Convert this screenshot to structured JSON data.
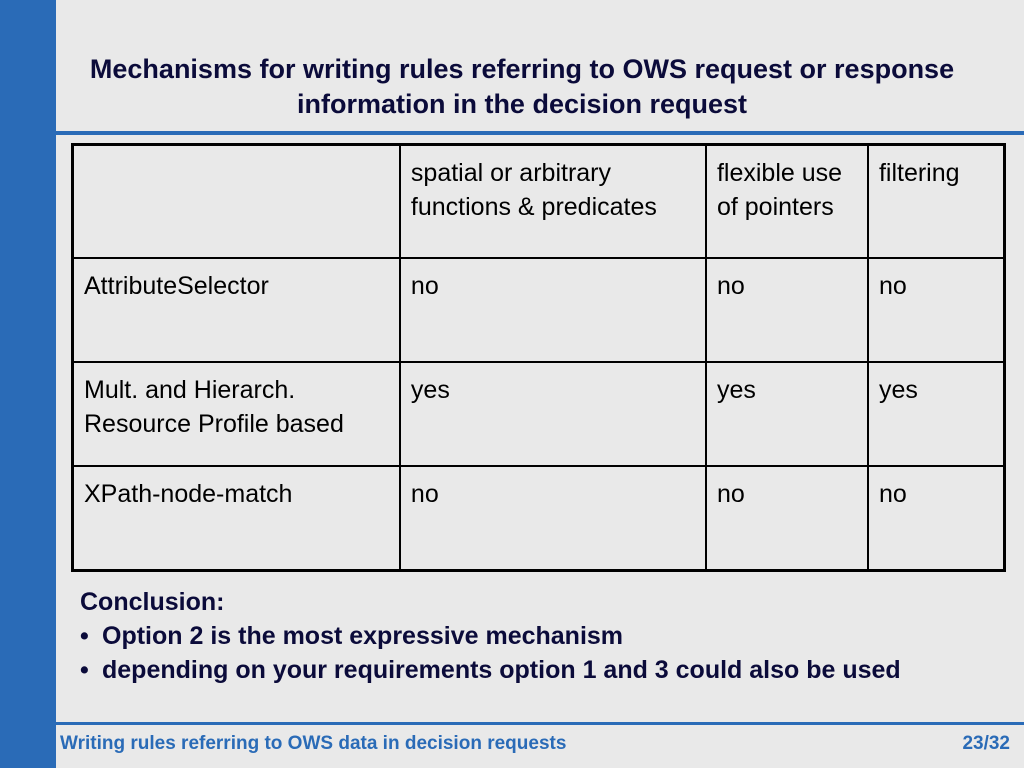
{
  "slide": {
    "title": "Mechanisms for writing rules referring to OWS request or response information in the decision request",
    "table": {
      "headers": [
        "",
        "spatial or arbitrary functions & predicates",
        "flexible use of pointers",
        "filtering"
      ],
      "rows": [
        [
          "AttributeSelector",
          "no",
          "no",
          "no"
        ],
        [
          "Mult. and Hierarch. Resource Profile based",
          "yes",
          "yes",
          "yes"
        ],
        [
          "XPath-node-match",
          "no",
          "no",
          "no"
        ]
      ]
    },
    "conclusion": {
      "heading": "Conclusion:",
      "bullet_symbol": "•",
      "bullets": [
        "Option 2 is the most expressive mechanism",
        "depending on your requirements option 1 and 3 could also be used"
      ]
    },
    "footer": {
      "text": "Writing rules referring to OWS data in decision requests",
      "page": "23/32"
    }
  },
  "colors": {
    "accent": "#2a6bb7",
    "background": "#e9e9e9",
    "title_text": "#0b0b3a"
  }
}
